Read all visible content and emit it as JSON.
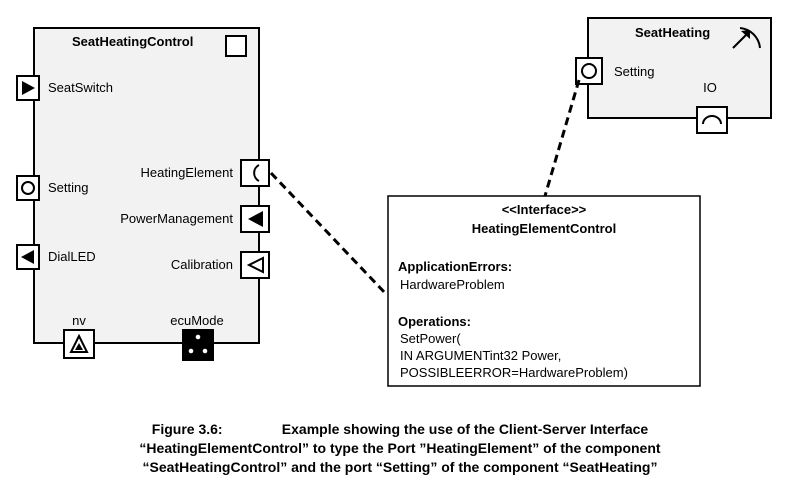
{
  "components": {
    "seat_heating_control": {
      "title": "SeatHeatingControl",
      "ports": {
        "seat_switch": "SeatSwitch",
        "setting": "Setting",
        "dial_led": "DialLED",
        "heating_element": "HeatingElement",
        "power_management": "PowerManagement",
        "calibration": "Calibration",
        "nv": "nv",
        "ecu_mode": "ecuMode"
      }
    },
    "seat_heating": {
      "title": "SeatHeating",
      "ports": {
        "setting": "Setting",
        "io": "IO"
      }
    }
  },
  "interface": {
    "stereotype": "<<Interface>>",
    "name": "HeatingElementControl",
    "errors_heading": "ApplicationErrors:",
    "errors": [
      "HardwareProblem"
    ],
    "operations_heading": "Operations:",
    "operations": [
      "SetPower(",
      "IN ARGUMENTint32 Power,",
      "POSSIBLEERROR=HardwareProblem)"
    ]
  },
  "caption": {
    "label": "Figure 3.6:",
    "line1": "Example showing the use of the Client-Server Interface",
    "line2": "“HeatingElementControl” to type the Port ”HeatingElement” of the component",
    "line3": "“SeatHeatingControl” and the port “Setting” of the component “SeatHeating”"
  }
}
